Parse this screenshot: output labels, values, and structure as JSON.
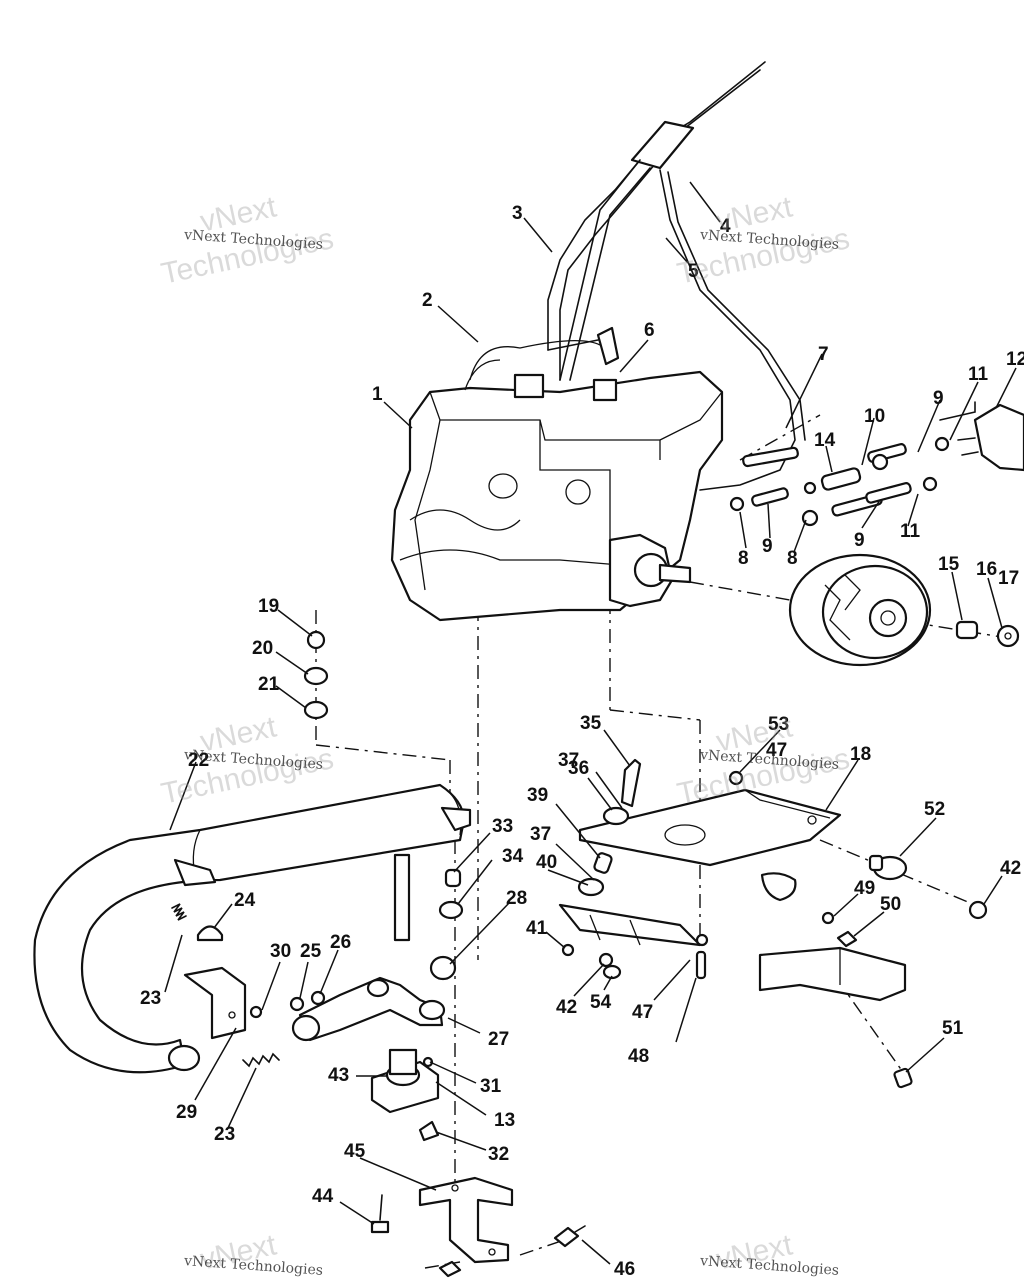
{
  "callouts": {
    "c1": "1",
    "c2": "2",
    "c3": "3",
    "c4": "4",
    "c5": "5",
    "c6": "6",
    "c7": "7",
    "c8a": "8",
    "c8b": "8",
    "c9a": "9",
    "c9b": "9",
    "c9c": "9",
    "c10": "10",
    "c11a": "11",
    "c11b": "11",
    "c12": "12",
    "c13": "13",
    "c14": "14",
    "c15": "15",
    "c16": "16",
    "c17": "17",
    "c18": "18",
    "c19": "19",
    "c20": "20",
    "c21": "21",
    "c22": "22",
    "c23a": "23",
    "c23b": "23",
    "c24": "24",
    "c25": "25",
    "c26": "26",
    "c27": "27",
    "c28": "28",
    "c29": "29",
    "c30": "30",
    "c31": "31",
    "c32": "32",
    "c33": "33",
    "c34": "34",
    "c35": "35",
    "c36": "36",
    "c37a": "37",
    "c37b": "37",
    "c39": "39",
    "c40": "40",
    "c41": "41",
    "c42a": "42",
    "c42b": "42",
    "c43": "43",
    "c44": "44",
    "c45": "45",
    "c46": "46",
    "c47a": "47",
    "c47b": "47",
    "c48": "48",
    "c49": "49",
    "c50": "50",
    "c51": "51",
    "c52": "52",
    "c53": "53",
    "c54": "54"
  },
  "watermark": {
    "brand": "vNext",
    "name": "Technologies",
    "full": "vNext Technologies"
  }
}
